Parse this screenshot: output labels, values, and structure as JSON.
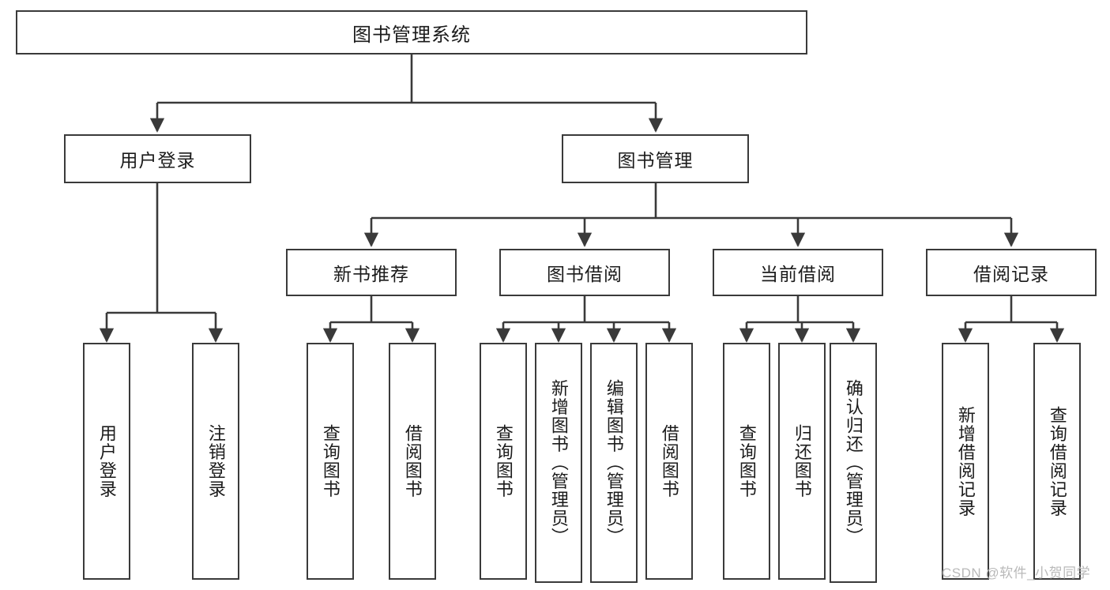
{
  "diagram": {
    "title": "图书管理系统",
    "type": "tree",
    "root": {
      "id": "root",
      "label": "图书管理系统"
    },
    "level1": [
      {
        "id": "user-login",
        "label": "用户登录"
      },
      {
        "id": "book-manage",
        "label": "图书管理"
      }
    ],
    "level2": [
      {
        "id": "new-book-recommend",
        "label": "新书推荐",
        "parent": "book-manage"
      },
      {
        "id": "book-borrow",
        "label": "图书借阅",
        "parent": "book-manage"
      },
      {
        "id": "current-borrow",
        "label": "当前借阅",
        "parent": "book-manage"
      },
      {
        "id": "borrow-record",
        "label": "借阅记录",
        "parent": "book-manage"
      }
    ],
    "leaves": [
      {
        "id": "leaf-user-login",
        "label": "用户登录",
        "parent": "user-login"
      },
      {
        "id": "leaf-user-logout",
        "label": "注销登录",
        "parent": "user-login"
      },
      {
        "id": "leaf-query-book-1",
        "label": "查询图书",
        "parent": "new-book-recommend"
      },
      {
        "id": "leaf-borrow-book-1",
        "label": "借阅图书",
        "parent": "new-book-recommend"
      },
      {
        "id": "leaf-query-book-2",
        "label": "查询图书",
        "parent": "book-borrow"
      },
      {
        "id": "leaf-add-book",
        "label": "新增图书（管理员）",
        "parent": "book-borrow"
      },
      {
        "id": "leaf-edit-book",
        "label": "编辑图书（管理员）",
        "parent": "book-borrow"
      },
      {
        "id": "leaf-borrow-book-2",
        "label": "借阅图书",
        "parent": "book-borrow"
      },
      {
        "id": "leaf-query-book-3",
        "label": "查询图书",
        "parent": "current-borrow"
      },
      {
        "id": "leaf-return-book",
        "label": "归还图书",
        "parent": "current-borrow"
      },
      {
        "id": "leaf-confirm-return",
        "label": "确认归还（管理员）",
        "parent": "current-borrow"
      },
      {
        "id": "leaf-add-record",
        "label": "新增借阅记录",
        "parent": "borrow-record"
      },
      {
        "id": "leaf-query-record",
        "label": "查询借阅记录",
        "parent": "borrow-record"
      }
    ],
    "colors": {
      "box_border": "#3a3a3a",
      "box_fill": "#ffffff",
      "edge": "#3a3a3a",
      "text": "#1b1b1b",
      "watermark": "#b9b9b9"
    }
  },
  "watermark": {
    "text": "CSDN @软件_小贺同学"
  }
}
